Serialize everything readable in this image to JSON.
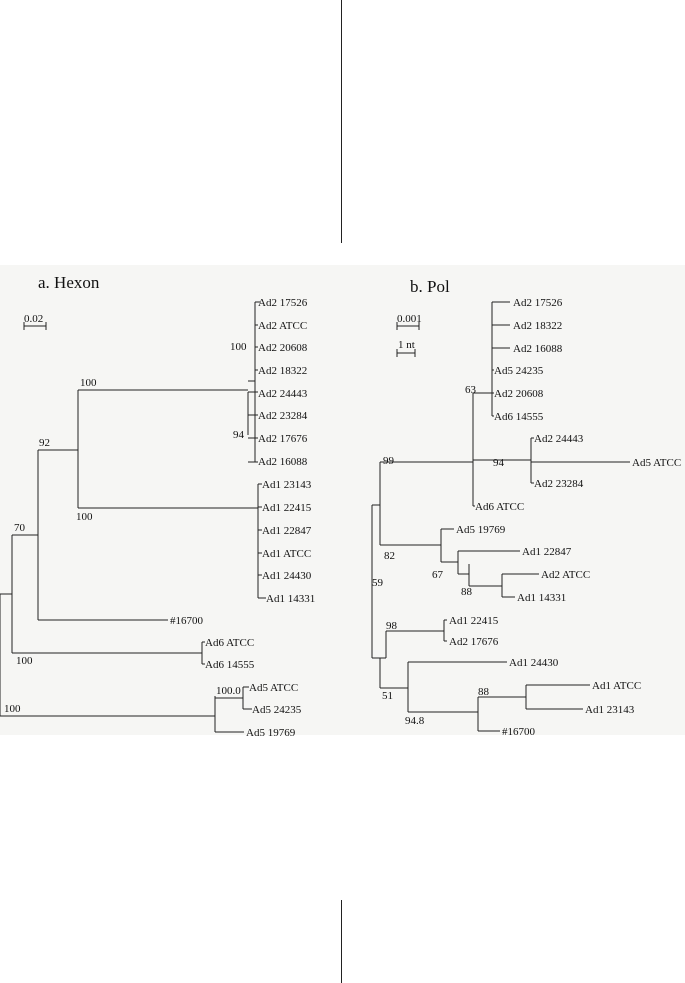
{
  "panels": [
    {
      "id": "a",
      "title": "a. Hexon",
      "scale_bars": [
        "0.02"
      ],
      "taxa": [
        "Ad2 17526",
        "Ad2 ATCC",
        "Ad2 20608",
        "Ad2 18322",
        "Ad2 24443",
        "Ad2 23284",
        "Ad2 17676",
        "Ad2 16088",
        "Ad1 23143",
        "Ad1 22415",
        "Ad1 22847",
        "Ad1 ATCC",
        "Ad1 24430",
        "Ad1 14331",
        "#16700",
        "Ad6 ATCC",
        "Ad6 14555",
        "Ad5 ATCC",
        "Ad5 24235",
        "Ad5 19769"
      ],
      "support_values": [
        "100",
        "94",
        "100",
        "100",
        "92",
        "70",
        "100",
        "100.0",
        "100"
      ]
    },
    {
      "id": "b",
      "title": "b. Pol",
      "scale_bars": [
        "0.001",
        "1 nt"
      ],
      "taxa": [
        "Ad2 17526",
        "Ad2 18322",
        "Ad2 16088",
        "Ad5 24235",
        "Ad2 20608",
        "Ad6 14555",
        "Ad2 24443",
        "Ad5 ATCC",
        "Ad2 23284",
        "Ad6 ATCC",
        "Ad5 19769",
        "Ad1 22847",
        "Ad2 ATCC",
        "Ad1 14331",
        "Ad1 22415",
        "Ad2 17676",
        "Ad1 24430",
        "Ad1 ATCC",
        "Ad1 23143",
        "#16700"
      ],
      "support_values": [
        "63",
        "94",
        "99",
        "82",
        "67",
        "88",
        "59",
        "98",
        "51",
        "88",
        "94.8"
      ]
    }
  ]
}
